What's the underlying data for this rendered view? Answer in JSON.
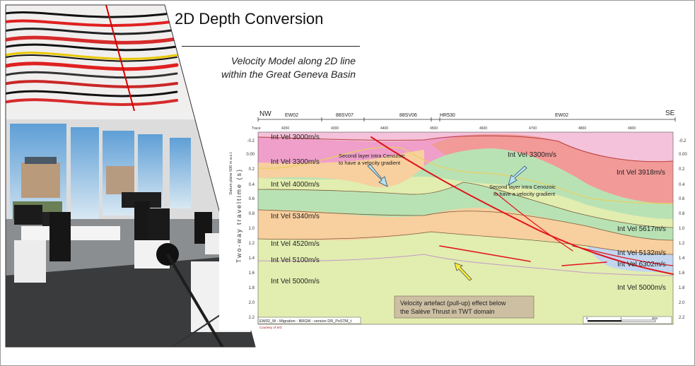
{
  "header": {
    "title": "2D Depth Conversion",
    "subtitle_line1": "Velocity Model along 2D line",
    "subtitle_line2": "within the Great Geneva Basin"
  },
  "section": {
    "direction_left": "NW",
    "direction_right": "SE",
    "line_segments": [
      "EW02",
      "88SV07",
      "88SV06",
      "HR530",
      "EW02"
    ],
    "trace_label": "Trace",
    "trace_ticks": [
      "4200",
      "4300",
      "4400",
      "4500",
      "4600",
      "4700",
      "4800",
      "4900"
    ],
    "datum_label": "Datum plane 500 m a.s.l.",
    "y_axis_label": "Two-way traveltime (s)",
    "y_ticks": [
      "-0.2",
      "0.00",
      "0.2",
      "0.4",
      "0.6",
      "0.8",
      "1.0",
      "1.2",
      "1.4",
      "1.6",
      "1.8",
      "2.0",
      "2.2"
    ],
    "layers": {
      "v3000": "Int Vel 3000m/s",
      "v3300_left": "Int Vel 3300m/s",
      "v3300_right": "Int Vel 3300m/s",
      "v3918": "Int Vel 3918m/s",
      "v4000": "Int Vel 4000m/s",
      "v5340": "Int Vel 5340m/s",
      "v5617": "Int Vel 5617m/s",
      "v4520": "Int Vel 4520m/s",
      "v5132": "Int Vel 5132m/s",
      "v5100": "Int Vel 5100m/s",
      "v6302": "Int Vel 6302m/s",
      "v5000_left": "Int Vel 5000m/s",
      "v5000_right": "Int Vel 5000m/s"
    },
    "note_left_1": "Second layer intra Cenozoic",
    "note_left_2": "to have  a velocity gradient",
    "note_right_1": "Second layer intra Cenozoic",
    "note_right_2": "to have  a velocity gradient",
    "artefact_line1": "Velocity artefact (pull-up) effect below",
    "artefact_line2": "the Salève Thrust in TWT domain",
    "footer_text": "EW02_W - Migration - BRGM - version DR_PoSTM_t",
    "courtesy": "Courtesy of SIG",
    "scale_0": "0",
    "scale_1": "1",
    "scale_2": "2km"
  },
  "colors": {
    "pink": "#ef9fc9",
    "salmon": "#f29a98",
    "orange": "#f8cf9e",
    "green": "#b9e2b4",
    "yellowgreen": "#e2edb0",
    "blue": "#c3d6f0",
    "fault": "#e0141e"
  }
}
